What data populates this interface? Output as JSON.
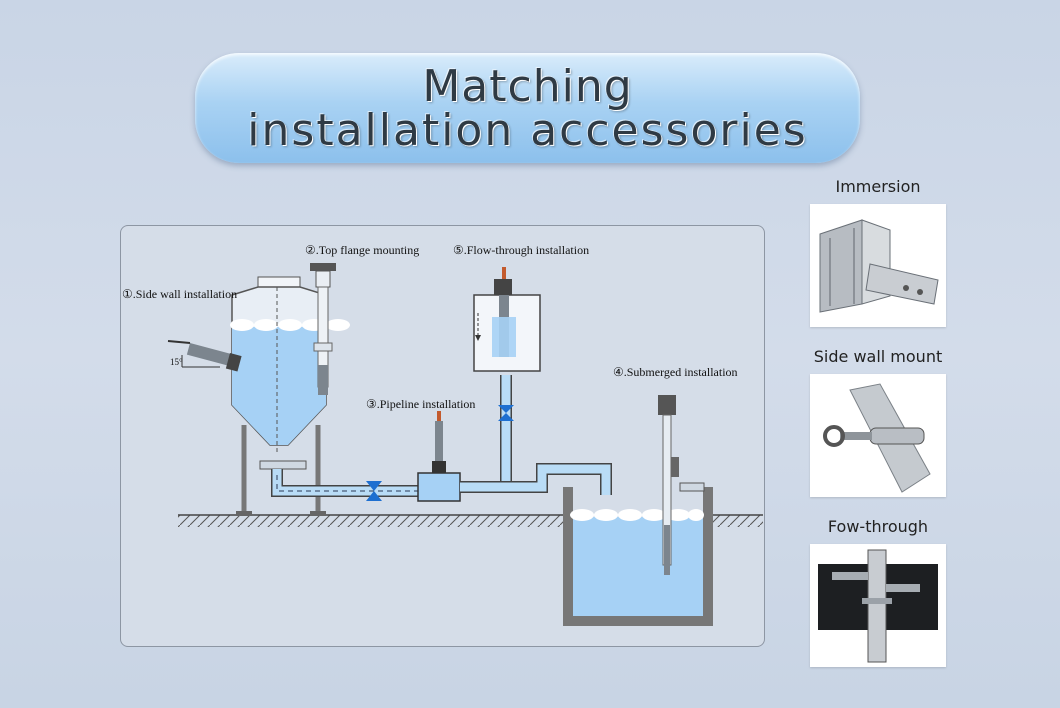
{
  "banner": {
    "line1": "Matching",
    "line2": "installation accessories"
  },
  "diagram": {
    "labels": {
      "side_wall": "①.Side wall installation",
      "top_flange": "②.Top flange mounting",
      "pipeline": "③.Pipeline installation",
      "submerged": "④.Submerged installation",
      "flow_through": "⑤.Flow-through installation"
    },
    "angle": "15°"
  },
  "accessories": [
    {
      "title": "Immersion",
      "icon": "immersion-bracket-icon"
    },
    {
      "title": "Side wall mount",
      "icon": "side-wall-clamp-icon"
    },
    {
      "title": "Fow-through",
      "icon": "flow-through-cell-icon"
    }
  ],
  "colors": {
    "water": "#a6d1f5",
    "pipe": "#b9dcf6",
    "steel": "#9aa3ad",
    "accent": "#1d6fd0"
  }
}
